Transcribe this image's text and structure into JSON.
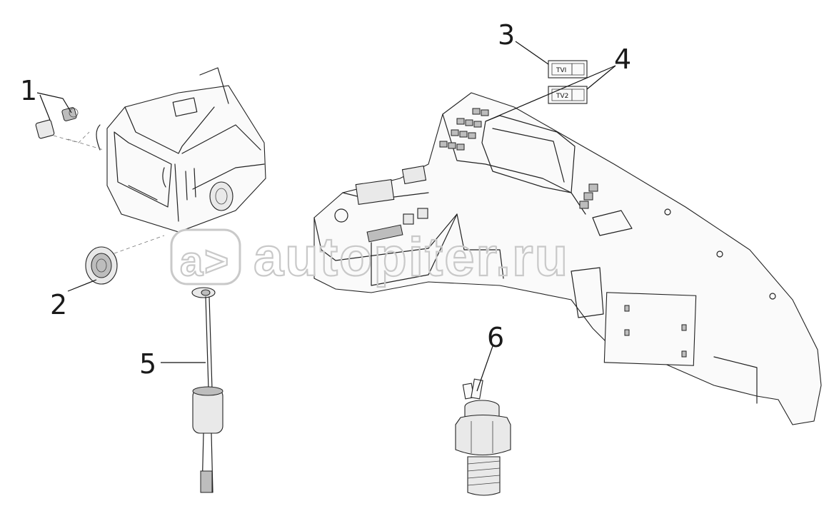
{
  "diagram": {
    "callouts": [
      {
        "id": "1",
        "text": "1"
      },
      {
        "id": "2",
        "text": "2"
      },
      {
        "id": "3",
        "text": "3"
      },
      {
        "id": "4",
        "text": "4"
      },
      {
        "id": "5",
        "text": "5"
      },
      {
        "id": "6",
        "text": "6"
      }
    ],
    "switch_labels": {
      "tv1": "TVI",
      "tv2": "TV2"
    },
    "watermark": {
      "text": "autopiter.ru",
      "logo_glyph": "a>"
    }
  }
}
